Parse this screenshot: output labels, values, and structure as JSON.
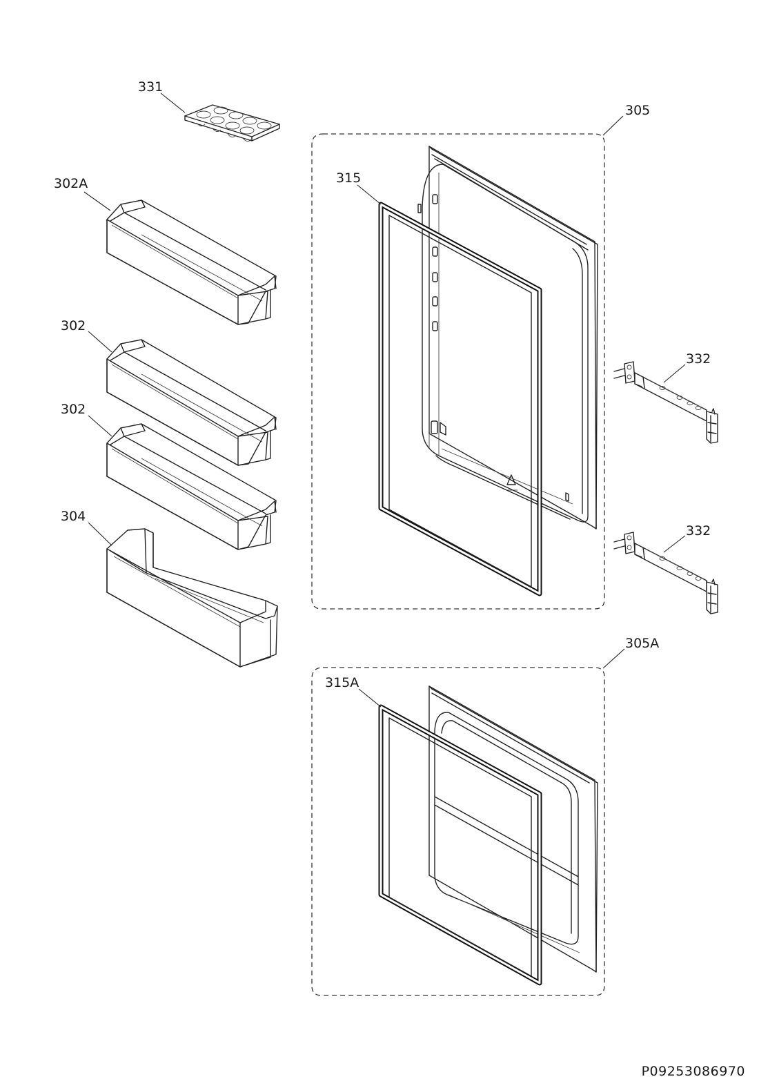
{
  "labels": {
    "p331": "331",
    "p305": "305",
    "p302A": "302A",
    "p315": "315",
    "p302_upper": "302",
    "p302_lower": "302",
    "p332_upper": "332",
    "p332_lower": "332",
    "p304": "304",
    "p305A": "305A",
    "p315A": "315A"
  },
  "drawing_number": "P09253086970"
}
